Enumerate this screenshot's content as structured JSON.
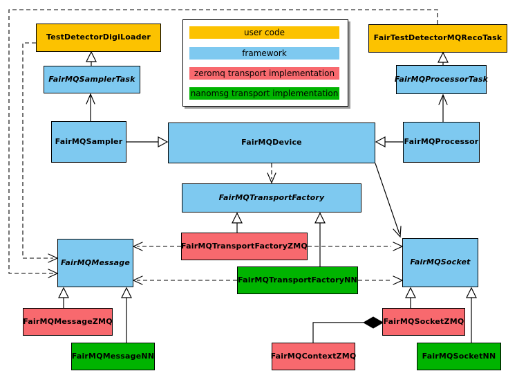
{
  "legend": {
    "items": [
      {
        "label": "user code",
        "color": "#FCC200"
      },
      {
        "label": "framework",
        "color": "#7EC9F0"
      },
      {
        "label": "zeromq transport implementation",
        "color": "#F8696E"
      },
      {
        "label": "nanomsg transport implementation",
        "color": "#00B400"
      }
    ]
  },
  "nodes": {
    "test_detector_digi_loader": {
      "label": "TestDetectorDigiLoader",
      "category": "user code",
      "abstract": false
    },
    "fair_test_detector_mq_reco_task": {
      "label": "FairTestDetectorMQRecoTask",
      "category": "user code",
      "abstract": false
    },
    "fair_mq_sampler_task": {
      "label": "FairMQSamplerTask",
      "category": "framework",
      "abstract": true
    },
    "fair_mq_processor_task": {
      "label": "FairMQProcessorTask",
      "category": "framework",
      "abstract": true
    },
    "fair_mq_sampler": {
      "label": "FairMQSampler",
      "category": "framework",
      "abstract": false
    },
    "fair_mq_device": {
      "label": "FairMQDevice",
      "category": "framework",
      "abstract": false
    },
    "fair_mq_processor": {
      "label": "FairMQProcessor",
      "category": "framework",
      "abstract": false
    },
    "fair_mq_transport_factory": {
      "label": "FairMQTransportFactory",
      "category": "framework",
      "abstract": true
    },
    "fair_mq_transport_factory_zmq": {
      "label": "FairMQTransportFactoryZMQ",
      "category": "zeromq transport implementation",
      "abstract": false
    },
    "fair_mq_transport_factory_nn": {
      "label": "FairMQTransportFactoryNN",
      "category": "nanomsg transport implementation",
      "abstract": false
    },
    "fair_mq_message": {
      "label": "FairMQMessage",
      "category": "framework",
      "abstract": true
    },
    "fair_mq_socket": {
      "label": "FairMQSocket",
      "category": "framework",
      "abstract": true
    },
    "fair_mq_message_zmq": {
      "label": "FairMQMessageZMQ",
      "category": "zeromq transport implementation",
      "abstract": false
    },
    "fair_mq_message_nn": {
      "label": "FairMQMessageNN",
      "category": "nanomsg transport implementation",
      "abstract": false
    },
    "fair_mq_context_zmq": {
      "label": "FairMQContextZMQ",
      "category": "zeromq transport implementation",
      "abstract": false
    },
    "fair_mq_socket_zmq": {
      "label": "FairMQSocketZMQ",
      "category": "zeromq transport implementation",
      "abstract": false
    },
    "fair_mq_socket_nn": {
      "label": "FairMQSocketNN",
      "category": "nanomsg transport implementation",
      "abstract": false
    }
  },
  "edges": [
    {
      "from": "FairMQSamplerTask",
      "to": "TestDetectorDigiLoader",
      "line": "solid",
      "head": "hollow-triangle"
    },
    {
      "from": "FairMQProcessorTask",
      "to": "FairTestDetectorMQRecoTask",
      "line": "solid",
      "head": "hollow-triangle"
    },
    {
      "from": "FairMQSampler",
      "to": "FairMQSamplerTask",
      "line": "solid",
      "head": "open-vee"
    },
    {
      "from": "FairMQProcessor",
      "to": "FairMQProcessorTask",
      "line": "solid",
      "head": "open-vee"
    },
    {
      "from": "FairMQSampler",
      "to": "FairMQDevice",
      "line": "solid",
      "head": "hollow-triangle"
    },
    {
      "from": "FairMQProcessor",
      "to": "FairMQDevice",
      "line": "solid",
      "head": "hollow-triangle"
    },
    {
      "from": "FairMQDevice",
      "to": "FairMQTransportFactory",
      "line": "dashed",
      "head": "open-vee"
    },
    {
      "from": "FairMQDevice",
      "to": "FairMQSocket",
      "line": "solid",
      "head": "open-vee"
    },
    {
      "from": "TestDetectorDigiLoader",
      "to": "FairMQMessage",
      "line": "dashed",
      "head": "open-vee"
    },
    {
      "from": "FairTestDetectorMQRecoTask",
      "to": "FairMQMessage",
      "line": "dashed",
      "head": "open-vee"
    },
    {
      "from": "FairMQTransportFactoryZMQ",
      "to": "FairMQTransportFactory",
      "line": "solid",
      "head": "hollow-triangle"
    },
    {
      "from": "FairMQTransportFactoryNN",
      "to": "FairMQTransportFactory",
      "line": "solid",
      "head": "hollow-triangle"
    },
    {
      "from": "FairMQTransportFactoryZMQ",
      "to": "FairMQMessage",
      "line": "dashed",
      "head": "open-vee"
    },
    {
      "from": "FairMQTransportFactoryZMQ",
      "to": "FairMQSocket",
      "line": "dashed",
      "head": "open-vee"
    },
    {
      "from": "FairMQTransportFactoryNN",
      "to": "FairMQMessage",
      "line": "dashed",
      "head": "open-vee"
    },
    {
      "from": "FairMQTransportFactoryNN",
      "to": "FairMQSocket",
      "line": "dashed",
      "head": "open-vee"
    },
    {
      "from": "FairMQMessageZMQ",
      "to": "FairMQMessage",
      "line": "solid",
      "head": "hollow-triangle"
    },
    {
      "from": "FairMQMessageNN",
      "to": "FairMQMessage",
      "line": "solid",
      "head": "hollow-triangle"
    },
    {
      "from": "FairMQSocketZMQ",
      "to": "FairMQSocket",
      "line": "solid",
      "head": "hollow-triangle"
    },
    {
      "from": "FairMQSocketNN",
      "to": "FairMQSocket",
      "line": "solid",
      "head": "hollow-triangle"
    },
    {
      "from": "FairMQContextZMQ",
      "to": "FairMQSocketZMQ",
      "line": "solid",
      "head": "filled-diamond"
    }
  ],
  "colors": {
    "user_code": "#FCC200",
    "framework": "#7EC9F0",
    "zeromq": "#F8696E",
    "nanomsg": "#00B400",
    "border": "#000000",
    "background": "#FFFFFF"
  }
}
